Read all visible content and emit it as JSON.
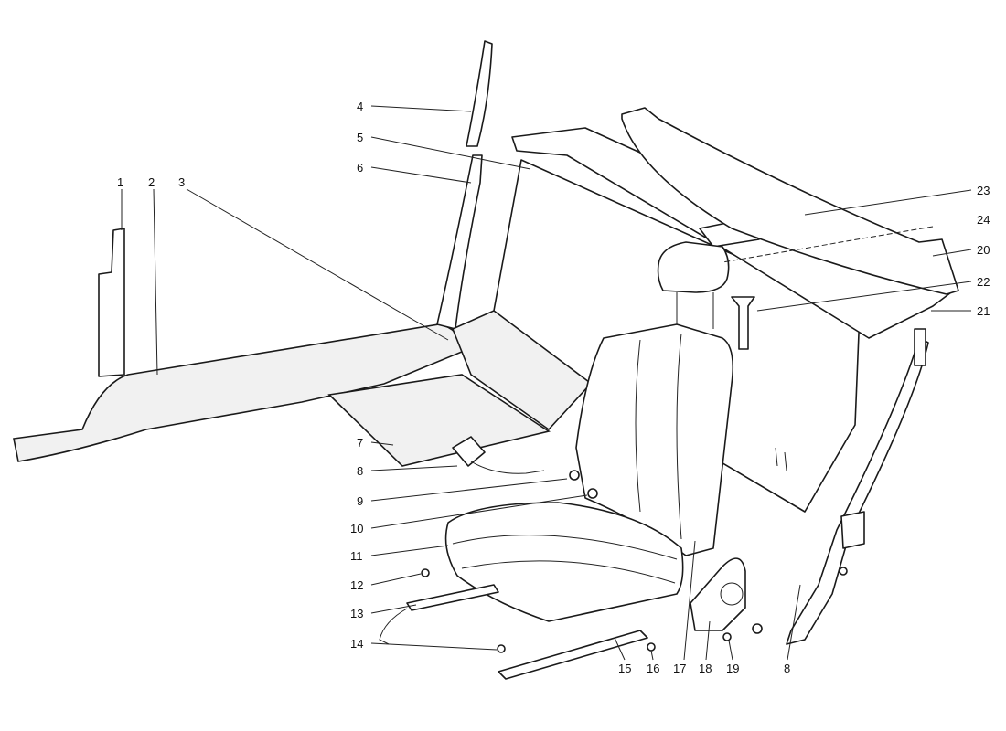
{
  "diagram": {
    "colors": {
      "line": "#1a1a1a",
      "carpet": "#f1f1f1",
      "background": "#ffffff"
    },
    "callouts": {
      "c1": "1",
      "c2": "2",
      "c3": "3",
      "c4": "4",
      "c5": "5",
      "c6": "6",
      "c7": "7",
      "c8": "8",
      "c9": "9",
      "c10": "10",
      "c11": "11",
      "c12": "12",
      "c13": "13",
      "c14": "14",
      "c15": "15",
      "c16": "16",
      "c17": "17",
      "c18": "18",
      "c19": "19",
      "c8b": "8",
      "c20": "20",
      "c21": "21",
      "c22": "22",
      "c23": "23",
      "c24": "24"
    }
  }
}
